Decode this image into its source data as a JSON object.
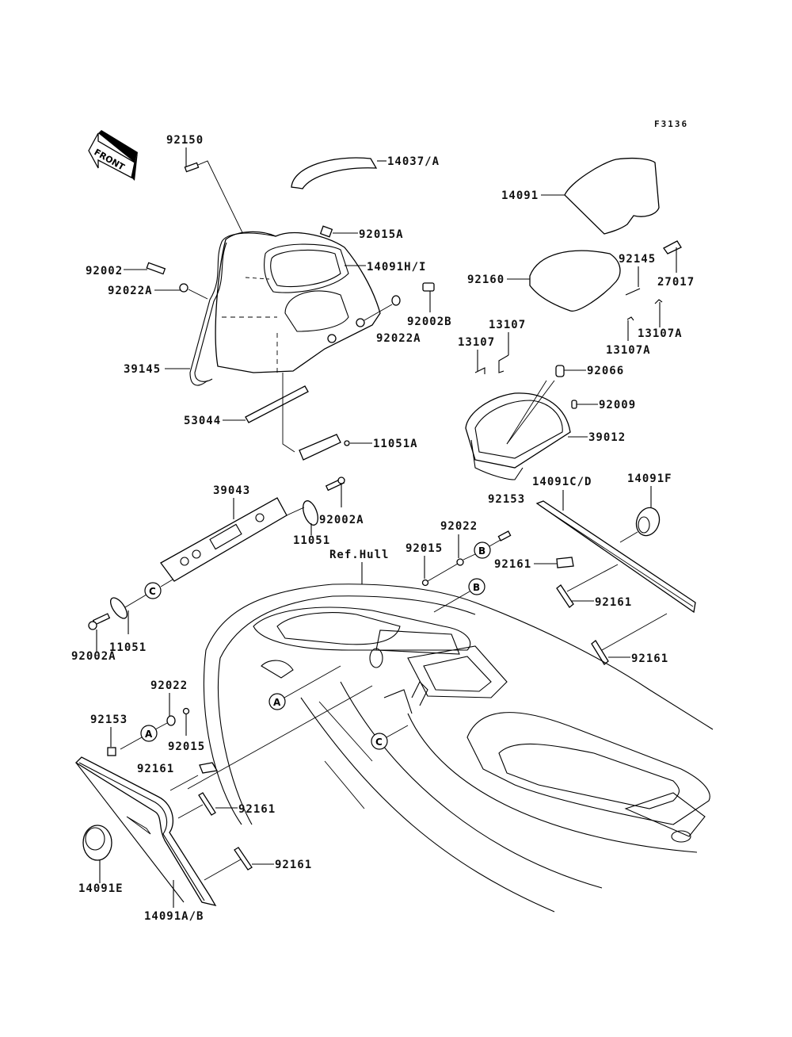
{
  "figure_code": "F3136",
  "front_arrow": "FRONT",
  "reference": "Ref.Hull",
  "labels": {
    "p92150": "92150",
    "p14037A": "14037/A",
    "p92015A": "92015A",
    "p14091HI": "14091H/I",
    "p92002": "92002",
    "p92022A_l": "92022A",
    "p92002B": "92002B",
    "p92022A_r": "92022A",
    "p39145": "39145",
    "p53044": "53044",
    "p11051A": "11051A",
    "p39043": "39043",
    "p92002A_t": "92002A",
    "p11051_t": "11051",
    "p11051_b": "11051",
    "p92002A_b": "92002A",
    "p14091": "14091",
    "p92160": "92160",
    "p92145": "92145",
    "p27017": "27017",
    "p13107A_r": "13107A",
    "p13107A_l": "13107A",
    "p13107_r": "13107",
    "p13107_l": "13107",
    "p92066": "92066",
    "p92009": "92009",
    "p39012": "39012",
    "p14091CD": "14091C/D",
    "p14091F": "14091F",
    "p92153_r": "92153",
    "p92022_r": "92022",
    "p92015_r": "92015",
    "p92161_1": "92161",
    "p92161_2": "92161",
    "p92161_3": "92161",
    "p92022_l": "92022",
    "p92153_l": "92153",
    "p92015_l": "92015",
    "p92161_4": "92161",
    "p92161_5": "92161",
    "p92161_6": "92161",
    "p14091E": "14091E",
    "p14091AB": "14091A/B"
  },
  "callouts": {
    "a": "A",
    "b": "B",
    "c": "C"
  }
}
